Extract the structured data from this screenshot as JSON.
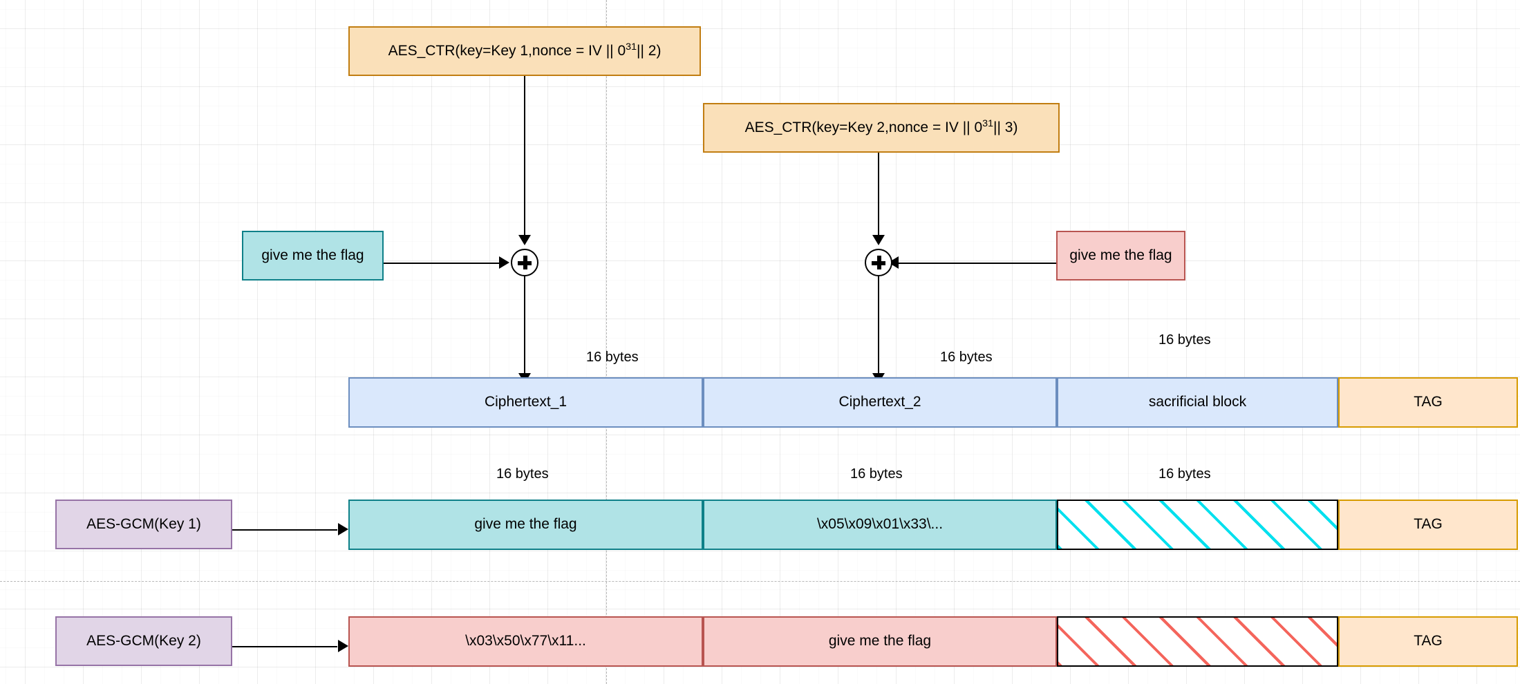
{
  "diagram": {
    "title": "AES-GCM key-commitment collision construction",
    "ctr_boxes": [
      {
        "prefix": "AES_CTR(key=Key 1,nonce = IV || 0",
        "exponent": "31",
        "suffix": "|| 2)"
      },
      {
        "prefix": "AES_CTR(key=Key 2,nonce = IV || 0",
        "exponent": "31",
        "suffix": "|| 3)"
      }
    ],
    "plaintext_inputs": [
      {
        "label": "give me the flag",
        "style": "teal"
      },
      {
        "label": "give me the flag",
        "style": "pink"
      }
    ],
    "xor_nodes": [
      {
        "name": "xor-left"
      },
      {
        "name": "xor-right"
      }
    ],
    "size_labels": {
      "ciphertext_row": [
        "16 bytes",
        "16 bytes",
        "16 bytes"
      ],
      "key1_row": [
        "16 bytes",
        "16 bytes",
        "16 bytes"
      ]
    },
    "ciphertext_row": {
      "name": "ciphertext-row",
      "blocks": [
        {
          "label": "Ciphertext_1",
          "style": "blue"
        },
        {
          "label": "Ciphertext_2",
          "style": "blue"
        },
        {
          "label": "sacrificial block",
          "style": "blue"
        },
        {
          "label": "TAG",
          "style": "tag"
        }
      ]
    },
    "gcm_rows": [
      {
        "name": "aes-gcm-key1-row",
        "key_label": "AES-GCM(Key 1)",
        "blocks": [
          {
            "label": "give me the flag",
            "style": "tealfill"
          },
          {
            "label": "\\x05\\x09\\x01\\x33\\...",
            "style": "tealfill"
          },
          {
            "label": "",
            "style": "hatch-cyan"
          },
          {
            "label": "TAG",
            "style": "tag"
          }
        ]
      },
      {
        "name": "aes-gcm-key2-row",
        "key_label": "AES-GCM(Key 2)",
        "blocks": [
          {
            "label": "\\x03\\x50\\x77\\x11...",
            "style": "pinkfill"
          },
          {
            "label": "give me the flag",
            "style": "pinkfill"
          },
          {
            "label": "",
            "style": "hatch-red"
          },
          {
            "label": "TAG",
            "style": "tag"
          }
        ]
      }
    ],
    "colors": {
      "orange_fill": "#fae0b9",
      "orange_border": "#c17d11",
      "teal_fill": "#b0e3e6",
      "teal_border": "#0e8088",
      "pink_fill": "#f8cecc",
      "pink_border": "#b85450",
      "blue_fill": "#dae8fc",
      "blue_border": "#6c8ebf",
      "tag_fill": "#ffe6cc",
      "tag_border": "#d79b00",
      "purple_fill": "#e1d5e7",
      "purple_border": "#9673a6",
      "hatch_cyan": "#00e0ee",
      "hatch_red": "#f4655c"
    }
  }
}
